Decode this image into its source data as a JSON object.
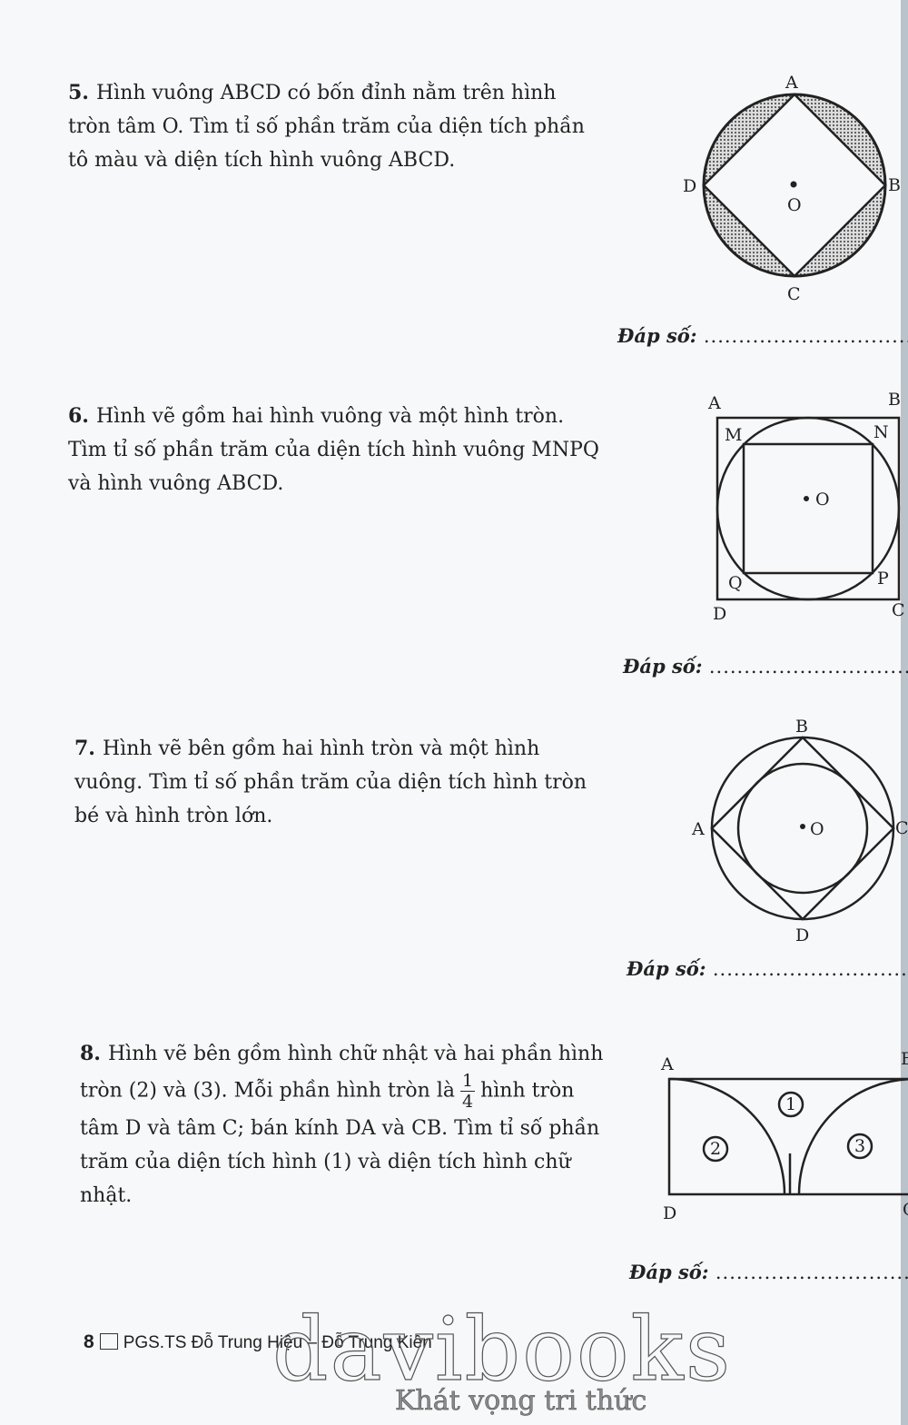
{
  "problems": [
    {
      "number": "5.",
      "text": "Hình vuông ABCD có bốn đỉnh nằm trên hình tròn tâm O. Tìm tỉ số phần trăm của diện tích phần tô màu và diện tích hình vuông ABCD.",
      "labels": [
        "A",
        "B",
        "C",
        "D",
        "O"
      ]
    },
    {
      "number": "6.",
      "text": "Hình vẽ gồm hai hình vuông và một hình tròn. Tìm tỉ số phần trăm của diện tích hình vuông MNPQ và hình vuông ABCD.",
      "labels": [
        "A",
        "B",
        "C",
        "D",
        "M",
        "N",
        "P",
        "Q",
        "O"
      ]
    },
    {
      "number": "7.",
      "text": "Hình vẽ bên gồm hai hình tròn và một hình vuông. Tìm tỉ số phần trăm của diện tích hình tròn bé và hình tròn lớn.",
      "labels": [
        "A",
        "B",
        "C",
        "D",
        "O"
      ]
    },
    {
      "number": "8.",
      "text_before": "Hình vẽ bên gồm hình chữ nhật và hai phần hình tròn (2) và (3). Mỗi phần hình tròn là",
      "frac_num": "1",
      "frac_den": "4",
      "text_after": "hình tròn tâm D và tâm C; bán kính DA và CB. Tìm tỉ số phần trăm của diện tích hình (1) và diện tích hình chữ nhật.",
      "labels": [
        "A",
        "B",
        "C",
        "D",
        "1",
        "2",
        "3"
      ]
    }
  ],
  "answer_label": "Đáp số:",
  "answer_dots": "...............................",
  "footer": {
    "page": "8",
    "authors": "PGS.TS Đỗ Trung Hiệu – Đỗ Trung Kiên"
  },
  "watermark": {
    "brand": "davibooks",
    "slogan": "Khát vọng tri thức"
  }
}
